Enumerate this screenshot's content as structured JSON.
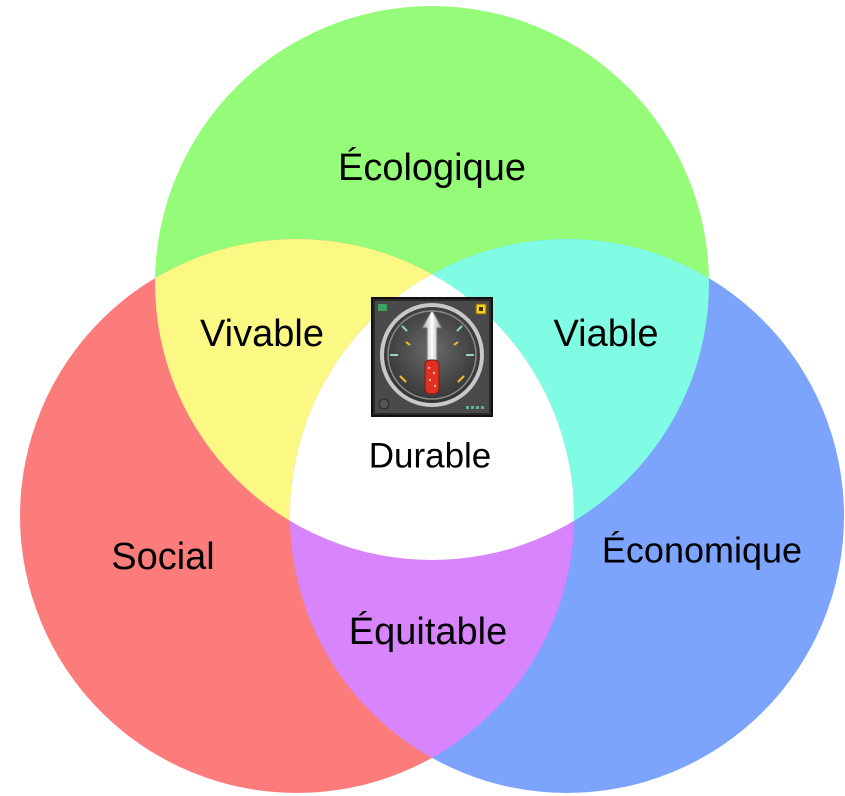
{
  "colors": {
    "background": "#ffffff",
    "ecologique": "#94fc78",
    "social": "#fc7c7c",
    "economique": "#7ca4fc",
    "vivable": "#fcf884",
    "viable": "#80fce4",
    "equitable": "#d884fc",
    "durable": "#ffffff",
    "compass_bg": "#4a4a4a",
    "compass_needle": "#d8d8d8",
    "compass_fluid": "#e03020",
    "compass_accent": "#f0d020"
  },
  "labels": {
    "ecologique": "Écologique",
    "social": "Social",
    "economique": "Économique",
    "vivable": "Vivable",
    "viable": "Viable",
    "equitable": "Équitable",
    "durable": "Durable"
  },
  "icon": {
    "name": "compass-icon"
  }
}
